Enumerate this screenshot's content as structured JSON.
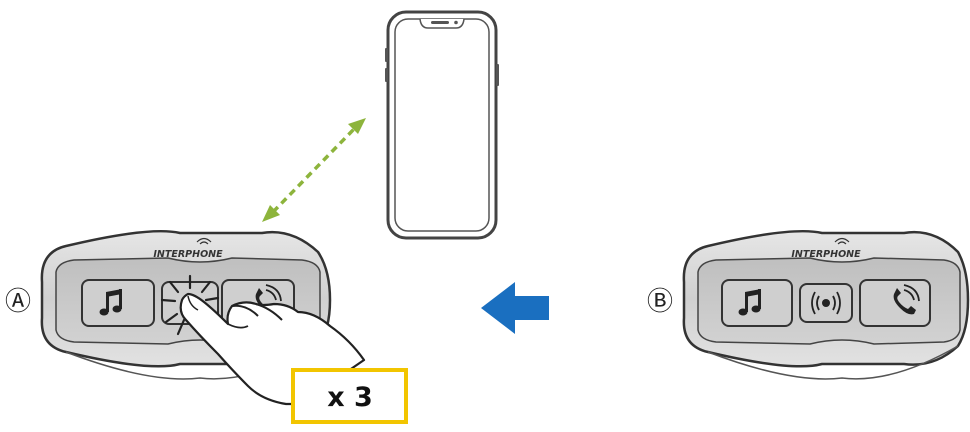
{
  "device_a": {
    "marker": "Ⓐ",
    "brand": "INTERPHONE"
  },
  "device_b": {
    "marker": "Ⓑ",
    "brand": "INTERPHONE"
  },
  "press_count": "x 3",
  "colors": {
    "link_arrow": "#8db43c",
    "direction_arrow": "#1a6fc0",
    "press_box": "#f2c500",
    "outline": "#333333",
    "device_body": "#d9d9d9",
    "device_face": "#c4c4c4"
  }
}
